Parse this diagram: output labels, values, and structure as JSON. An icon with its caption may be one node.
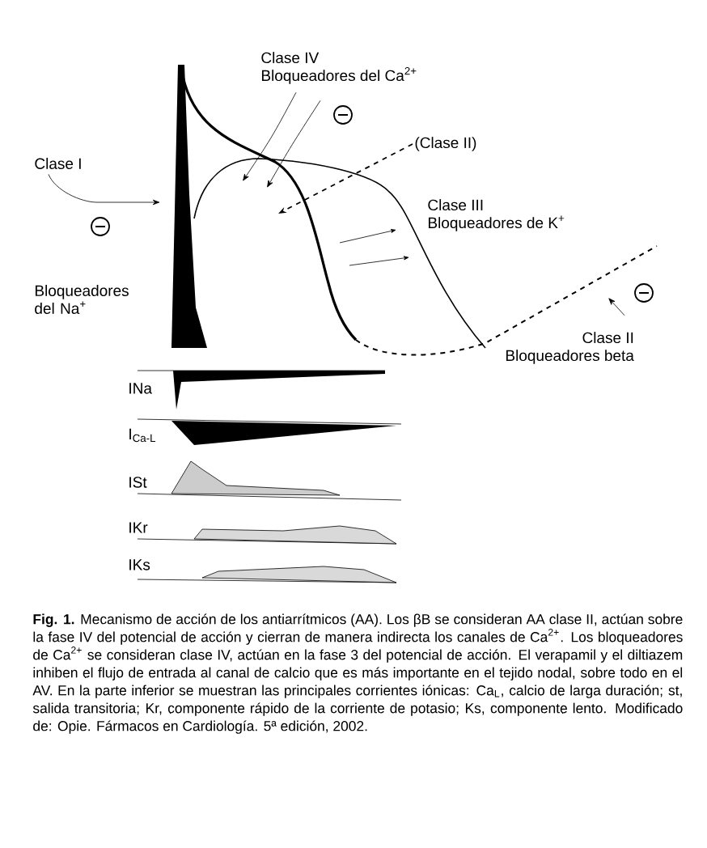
{
  "diagram": {
    "caption": "**Fig. 1.** Mecanismo de acción de los antiarrítmicos (AA). Los βB se consideran AA clase II, actúan sobre la fase IV del potencial de acción y cierran de manera indirecta los canales de Ca$^{2+}$. Los bloqueadores de Ca$^{2+}$ se consideran clase IV, actúan en la fase 3 del potencial de acción. El verapamil y el diltiazem inhiben el flujo de entrada al canal de calcio que es más importante en el tejido nodal, sobre todo en el AV. En la parte inferior se muestran las principales corrientes iónicas: Ca$_{L}$, calcio de larga duración; st, salida transitoria; Kr, componente rápido de la corriente de potasio; Ks, componente lento. Modificado de: Opie. Fármacos en Cardiología. 5ª edición, 2002.",
    "nodes": [
      {
        "text": [
          "Clase I"
        ]
      },
      {
        "text": [
          "Clase IV",
          "Bloqueadores del Ca$^{2+}$"
        ]
      },
      {
        "text": [
          "(Clase II)"
        ]
      },
      {
        "text": [
          "Clase III",
          "Bloqueadores de K$^{+}$"
        ]
      },
      {
        "text": [
          "Clase II",
          "Bloqueadores beta"
        ]
      }
    ],
    "edges": [
      {
        "from": 0,
        "to": null,
        "arrow": "to"
      },
      {
        "from": 1,
        "to": null,
        "arrow": "to"
      },
      {
        "from": 1,
        "to": null,
        "arrow": "to"
      },
      {
        "from": 2,
        "to": null,
        "arrow": "to",
        "style": "dashed"
      },
      {
        "from": 4,
        "to": null,
        "arrow": "to"
      }
    ],
    "labels": [
      "Bloqueadores del Na$^{+}$",
      "INa",
      "I$_{Ca-L}$",
      "ISt",
      "IKr",
      "IKs"
    ]
  }
}
